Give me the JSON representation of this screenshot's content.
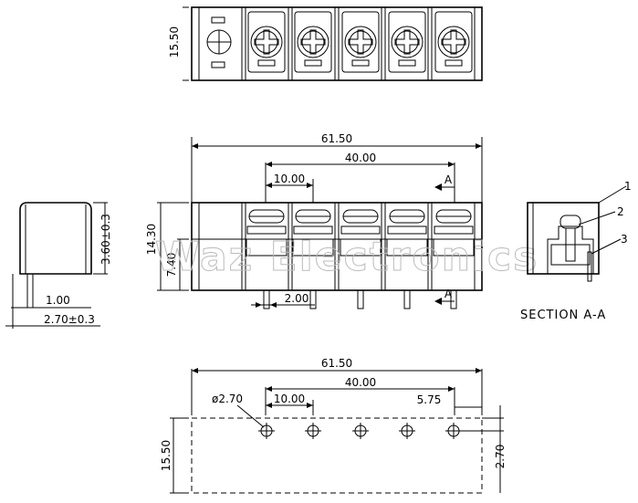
{
  "dims": {
    "top_height": "15.50",
    "front_width": "61.50",
    "front_span": "40.00",
    "front_pitch": "10.00",
    "front_height": "14.30",
    "front_lower": "7.40",
    "front_pin": "2.00",
    "side_height": "3.60±0.3",
    "side_pin": "1.00",
    "side_offset": "2.70±0.3",
    "bottom_width": "61.50",
    "bottom_span": "40.00",
    "bottom_pitch": "10.00",
    "bottom_hole": "ø2.70",
    "bottom_edge": "5.75",
    "bottom_height": "15.50",
    "bottom_offset": "2.70"
  },
  "markers": {
    "section_top": "A",
    "section_bottom": "A"
  },
  "section": {
    "title": "SECTION A-A",
    "callouts": [
      "1",
      "2",
      "3"
    ]
  },
  "watermark": "Waz Electronics"
}
